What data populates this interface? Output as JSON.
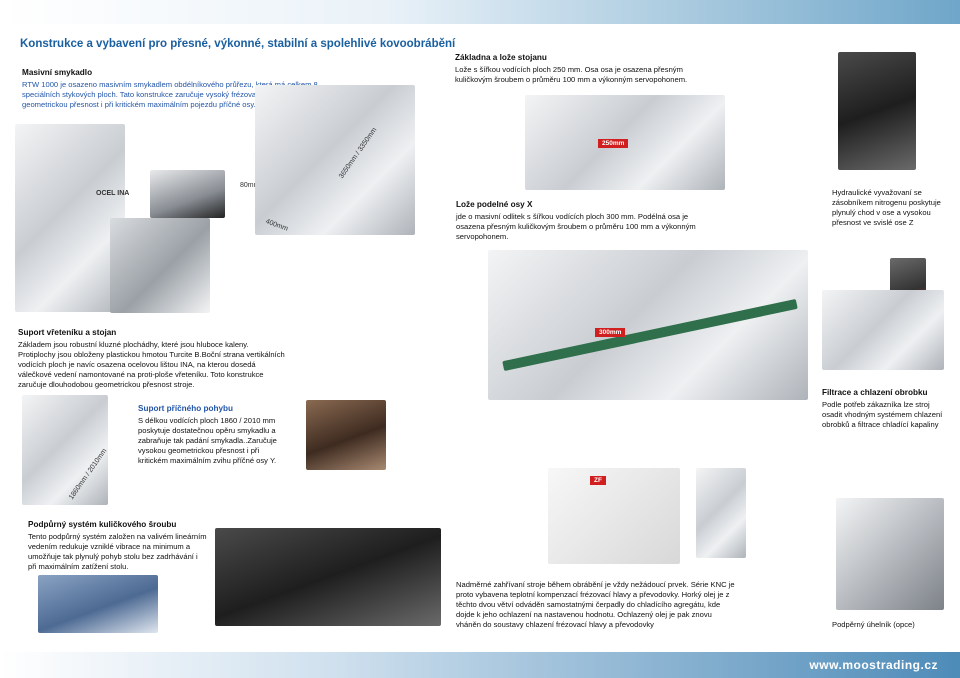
{
  "headline": "Konstrukce a vybavení pro přesné, výkonné, stabilní a spolehlivé kovoobrábění",
  "sections": {
    "masivni": {
      "title": "Masivní smykadlo",
      "text": "RTW 1000 je osazeno masivním smykadlem obdélníkového průřezu, která má celkem 8 speciálních stykových ploch. Tato konstrukce zaručuje vysoký frézovací výkon a geometrickou přesnost i při kritickém maximálním pojezdu příčné osy."
    },
    "zakladna": {
      "title": "Základna a lože stojanu",
      "text": "Lože s šířkou vodících ploch 250 mm. Osa osa je osazena přesným kuličkovým šroubem o průměru 100 mm a výkonným servopohonem."
    },
    "loze_x": {
      "title": "Lože podelné osy X",
      "text": "jde o masivní odlitek s šířkou vodících ploch 300 mm. Podélná osa je osazena přesným kuličkovým šroubem o průměru 100 mm a výkonným servopohonem."
    },
    "hydraulicke": {
      "text": "Hydraulické vyvažovaní se zásobníkem nitrogenu poskytuje plynulý chod v ose a vysokou přesnost ve svislé ose Z"
    },
    "suport_vretenik": {
      "title": "Suport vřeteníku a stojan",
      "text": "Základem jsou robustní kluzné plochádhy, které jsou hluboce kaleny. Protiplochy jsou obloženy plastickou hmotou Turcite B.Boční strana vertikálních vodících ploch je navíc osazena ocelovou lištou INA, na kterou dosedá válečkové vedení namontované na proti-ploše vřeteníku. Toto konstrukce zaručuje dlouhodobou geometrickou přesnost stroje."
    },
    "suport_pricneho": {
      "title": "Suport příčného pohybu",
      "text": "S délkou vodících ploch 1860 / 2010 mm poskytuje dostatečnou opěru smykadlu a zabraňuje tak padání smykadla..Zaručuje vysokou geometrickou přesnost i při kritickém maximálním zvihu příčné osy Y."
    },
    "filtrace": {
      "title": "Filtrace a chlazení obrobku",
      "text": "Podle potřeb zákazníka lze stroj osadit vhodným systémem chlazení obrobků a filtrace chladící kapaliny"
    },
    "podpurny": {
      "title": "Podpůrný systém kuličkového šroubu",
      "text": "Tento podpůrný systém založen na valivém lineárním vedením redukuje vzniklé vibrace na minimum a umožňuje tak plynulý pohyb stolu bez zadrhávání i při maximálním zatížení stolu."
    },
    "nadmerne": {
      "text": "Nadměrné zahřívaní stroje během obrábění je vždy nežádoucí prvek. Série KNC je proto vybavena teplotní kompenzací frézovací hlavy a převodovky. Horký olej je z těchto dvou větví odváděn samostatnými čerpadly do chladícího agregátu, kde dojde k jeho ochlazení na nastavenou hodnotu. Ochlazený olej je pak znovu vháněn do soustavy chlazení frézovací hlavy a převodovky"
    },
    "uhelnik": {
      "text": "Podpěrný úhelník (opce)"
    }
  },
  "labels": {
    "ocel_ina": "OCEL INA",
    "dim_80": "80mm",
    "dim_400": "400mm",
    "dim_3650": "3650mm / 3350mm",
    "dim_250": "250mm",
    "dim_300": "300mm",
    "dim_1860": "1860mm / 2010mm",
    "zf": "ZF"
  },
  "footer": {
    "url": "www.moostrading.cz"
  },
  "colors": {
    "headline": "#1a5fa0",
    "accent_red": "#d11f1f",
    "footer_blue": "#4d8bb8"
  }
}
